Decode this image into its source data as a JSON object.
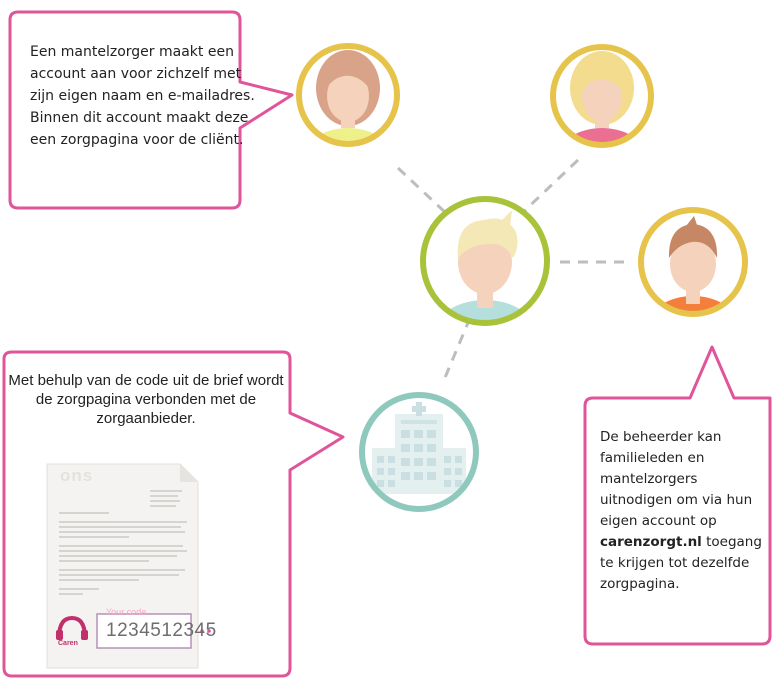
{
  "callouts": {
    "top_left": "Een mantelzorger maakt een account aan voor zichzelf met zijn eigen naam en e-mailadres. Binnen dit account maakt deze een zorgpagina voor de cliënt.",
    "bottom_left": "Met behulp van de code uit de brief wordt de zorgpagina verbonden met de zorgaanbieder.",
    "bottom_right_before": "De beheerder kan familieleden en mantelzorgers uitnodigen om via hun eigen account op ",
    "bottom_right_bold": "carenzorgt.nl",
    "bottom_right_after": " toegang te krijgen tot dezelfde zorgpagina."
  },
  "letter": {
    "brand": "ons",
    "code_label": "Your code",
    "code_value": "1234512345",
    "logo_text": "Caren"
  },
  "colors": {
    "callout_border": "#e0559a",
    "ring_yellow": "#e6c34a",
    "ring_green": "#a8c23a",
    "ring_teal": "#8fc9bd",
    "dashes": "#bdbdbd"
  },
  "nodes": [
    {
      "id": "caregiver-top-left",
      "icon": "female-avatar-brown-hair"
    },
    {
      "id": "caregiver-top-right",
      "icon": "female-avatar-blonde-hair"
    },
    {
      "id": "client-center",
      "icon": "child-avatar-blonde-hair"
    },
    {
      "id": "caregiver-right",
      "icon": "male-avatar-brown-hair"
    },
    {
      "id": "care-provider",
      "icon": "hospital-building-icon"
    }
  ]
}
